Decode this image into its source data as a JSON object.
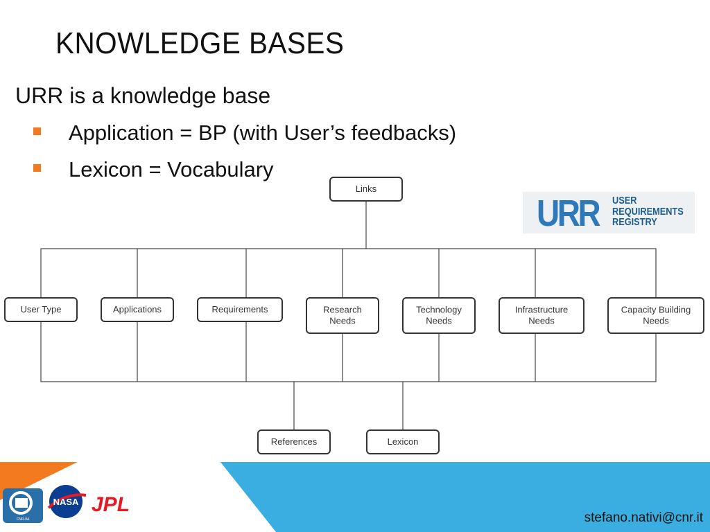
{
  "slide": {
    "title": "KNOWLEDGE BASES",
    "lead": "URR is a knowledge base",
    "bullets": [
      "Application = BP   (with User’s feedbacks)",
      "Lexicon = Vocabulary"
    ]
  },
  "diagram": {
    "top": "Links",
    "middle": [
      [
        "User Type"
      ],
      [
        "Applications"
      ],
      [
        "Requirements"
      ],
      [
        "Research",
        "Needs"
      ],
      [
        "Technology",
        "Needs"
      ],
      [
        "Infrastructure",
        "Needs"
      ],
      [
        "Capacity Building",
        "Needs"
      ]
    ],
    "bottom": [
      "References",
      "Lexicon"
    ]
  },
  "logo": {
    "letters": "URR",
    "words": [
      "USER",
      "REQUIREMENTS",
      "REGISTRY"
    ]
  },
  "footer": {
    "email": "stefano.nativi@cnr.it",
    "logos": {
      "cnr": "CNR-IIA",
      "nasa": "NASA",
      "jpl": "JPL"
    }
  },
  "colors": {
    "bullet": "#f07b22",
    "footer_orange": "#f47a20",
    "footer_blue": "#3aaee0",
    "logo_blue": "#2f79b8"
  }
}
